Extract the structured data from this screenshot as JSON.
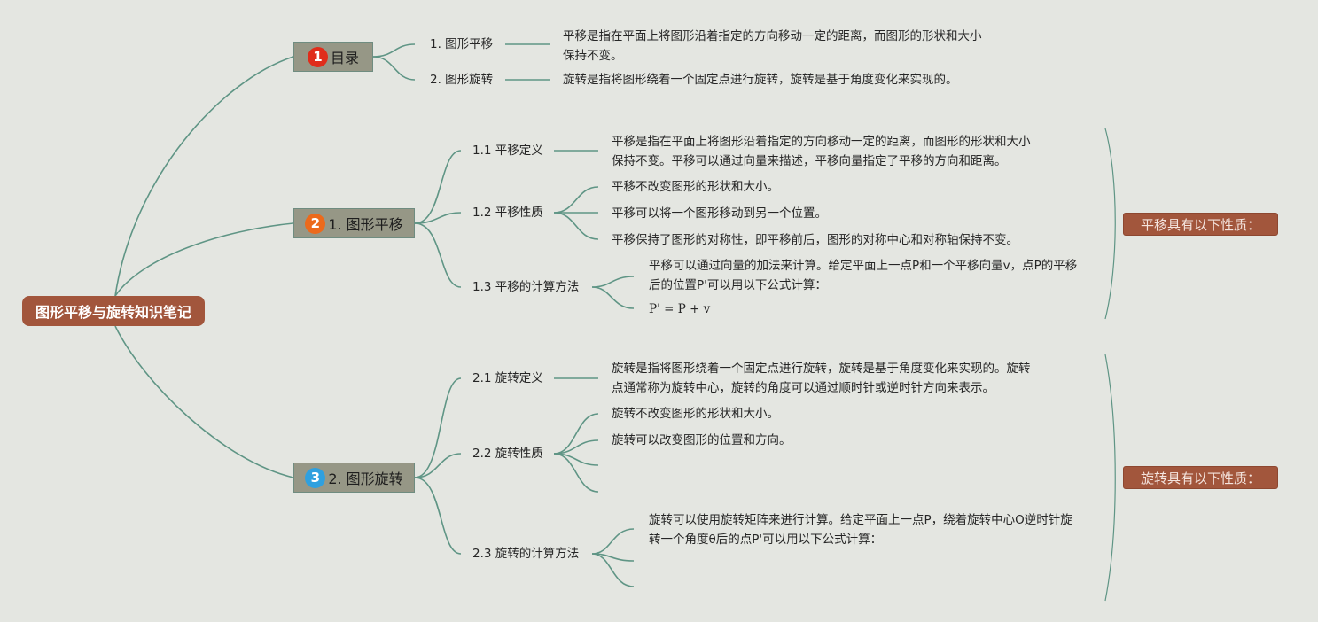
{
  "root": {
    "label": "图形平移与旋转知识笔记"
  },
  "branches": {
    "toc": {
      "badge": "1",
      "label": "目录",
      "badge_color": "#e02d1b"
    },
    "translation": {
      "badge": "2",
      "label": "1. 图形平移",
      "badge_color": "#ec6a1c"
    },
    "rotation": {
      "badge": "3",
      "label": "2. 图形旋转",
      "badge_color": "#2fa0df"
    }
  },
  "toc": {
    "item1": {
      "label": "1. 图形平移",
      "text_line1": "平移是指在平面上将图形沿着指定的方向移动一定的距离，而图形的形状和大小",
      "text_line2": "保持不变。"
    },
    "item2": {
      "label": "2. 图形旋转",
      "text_line1": "旋转是指将图形绕着一个固定点进行旋转，旋转是基于角度变化来实现的。"
    }
  },
  "translation": {
    "definition": {
      "label": "1.1 平移定义",
      "text_line1": "平移是指在平面上将图形沿着指定的方向移动一定的距离，而图形的形状和大小",
      "text_line2": "保持不变。平移可以通过向量来描述，平移向量指定了平移的方向和距离。"
    },
    "properties": {
      "label": "1.2 平移性质",
      "items": [
        "平移不改变图形的形状和大小。",
        "平移可以将一个图形移动到另一个位置。",
        "平移保持了图形的对称性，即平移前后，图形的对称中心和对称轴保持不变。"
      ]
    },
    "calculation": {
      "label": "1.3 平移的计算方法",
      "text_line1": "平移可以通过向量的加法来计算。给定平面上一点P和一个平移向量v，点P的平移",
      "text_line2": "后的位置P'可以用以下公式计算：",
      "formula": "P' = P + v"
    },
    "summary": "平移具有以下性质："
  },
  "rotation": {
    "definition": {
      "label": "2.1 旋转定义",
      "text_line1": "旋转是指将图形绕着一个固定点进行旋转，旋转是基于角度变化来实现的。旋转",
      "text_line2": "点通常称为旋转中心，旋转的角度可以通过顺时针或逆时针方向来表示。"
    },
    "properties": {
      "label": "2.2 旋转性质",
      "items": [
        "旋转不改变图形的形状和大小。",
        "旋转可以改变图形的位置和方向。"
      ]
    },
    "calculation": {
      "label": "2.3 旋转的计算方法",
      "text_line1": "旋转可以使用旋转矩阵来进行计算。给定平面上一点P，绕着旋转中心O逆时针旋",
      "text_line2": "转一个角度θ后的点P'可以用以下公式计算："
    },
    "summary": "旋转具有以下性质："
  },
  "colors": {
    "background": "#e4e6e1",
    "connector": "#5f9585",
    "root_fill": "#a2563c",
    "branch_fill": "#969786"
  }
}
